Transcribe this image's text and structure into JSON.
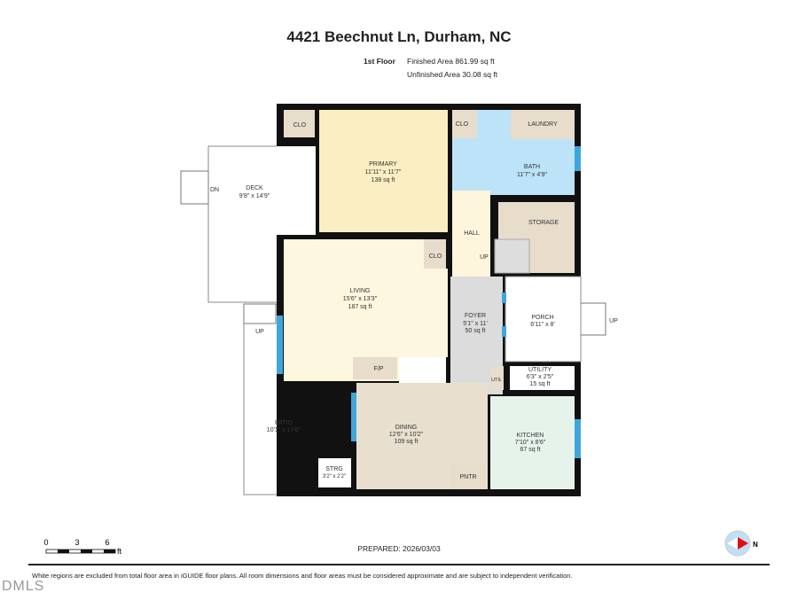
{
  "header": {
    "title": "4421 Beechnut Ln, Durham, NC",
    "floor": "1st Floor",
    "finished_area": "Finished Area 861.99 sq ft",
    "unfinished_area": "Unfinished Area 30.08 sq ft"
  },
  "rooms": {
    "clo1": {
      "name": "CLO"
    },
    "clo2": {
      "name": "CLO"
    },
    "clo3": {
      "name": "CLO"
    },
    "primary": {
      "name": "PRIMARY",
      "dims": "11'11\" x 11'7\"",
      "area": "138 sq ft"
    },
    "laundry": {
      "name": "LAUNDRY"
    },
    "bath": {
      "name": "BATH",
      "dims": "11'7\" x 4'9\""
    },
    "deck": {
      "name": "DECK",
      "dims": "9'8\" x 14'9\"",
      "stairs": "DN"
    },
    "hall": {
      "name": "HALL",
      "stairs": "UP"
    },
    "storage": {
      "name": "STORAGE"
    },
    "living": {
      "name": "LIVING",
      "dims": "15'6\" x 13'3\"",
      "area": "187 sq ft"
    },
    "foyer": {
      "name": "FOYER",
      "dims": "5'1\" x 11'",
      "area": "50 sq ft"
    },
    "porch": {
      "name": "PORCH",
      "dims": "6'11\" x 8'",
      "stairs": "UP"
    },
    "patio": {
      "name": "PATIO",
      "dims": "10'1\" x 10'6\"",
      "stairs": "UP"
    },
    "fp": {
      "name": "F/P"
    },
    "util": {
      "name": "UTIL"
    },
    "utility": {
      "name": "UTILITY",
      "dims": "6'3\" x 2'5\"",
      "area": "15 sq ft"
    },
    "dining": {
      "name": "DINING",
      "dims": "12'6\" x 10'2\"",
      "area": "109 sq ft"
    },
    "kitchen": {
      "name": "KITCHEN",
      "dims": "7'10\" x 8'6\"",
      "area": "67 sq ft"
    },
    "pntr": {
      "name": "PNTR"
    },
    "strg": {
      "name": "STRG",
      "dims": "3'2\" x 2'2\""
    }
  },
  "scale": {
    "labels": [
      "0",
      "3",
      "6"
    ],
    "unit": "ft"
  },
  "prepared": "PREPARED: 2026/03/03",
  "compass": {
    "label": "N"
  },
  "disclaimer": "White regions are excluded from total floor area in iGUIDE floor plans. All room dimensions and floor areas must be considered approximate and are subject to independent verification.",
  "logo": "DMLS",
  "colors": {
    "wall": "#111111",
    "window": "#3fa6dc",
    "primary": "#fbeec2",
    "bath": "#bde3f9",
    "closet": "#e8dccb",
    "living": "#fdf7df",
    "foyer": "#dcdcdc",
    "dining": "#e9dfcf",
    "kitchen": "#e6f3ea"
  }
}
